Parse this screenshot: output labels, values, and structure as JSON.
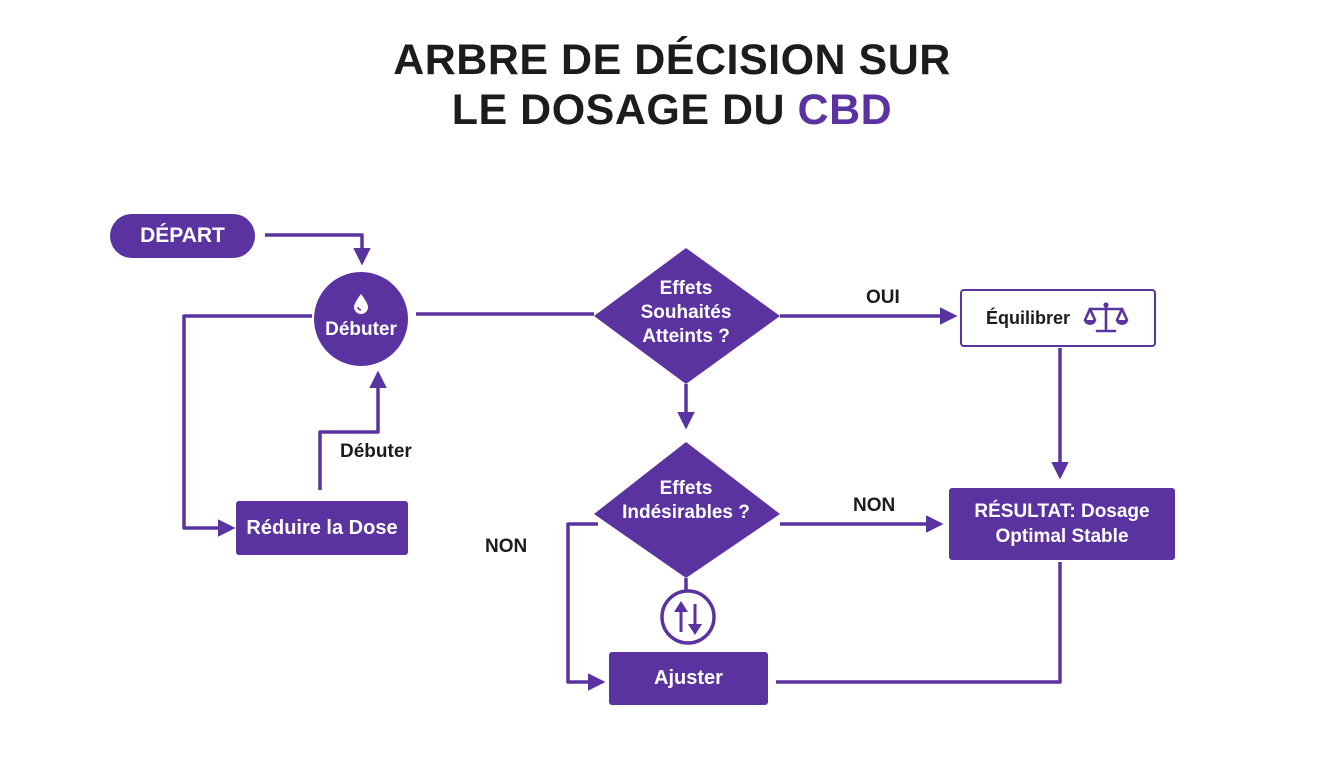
{
  "title": {
    "line1": "ARBRE DE DÉCISION SUR",
    "line2_prefix": "LE DOSAGE DU ",
    "line2_accent": "CBD"
  },
  "nodes": {
    "start": "DÉPART",
    "begin": "Débuter",
    "reduce": "Réduire la Dose",
    "decision1": [
      "Effets",
      "Souhaités",
      "Atteints ?"
    ],
    "decision2": [
      "Effets",
      "Indésirables ?"
    ],
    "balance": "Équilibrer",
    "result": [
      "RÉSULTAT: Dosage",
      "Optimal Stable"
    ],
    "adjust": "Ajuster"
  },
  "edge_labels": {
    "yes": "OUI",
    "no_right": "NON",
    "no_left": "NON",
    "begin_return": "Débuter"
  },
  "icons": {
    "drop": "drop-icon",
    "scale": "scale-icon",
    "swap": "up-down-arrows-icon"
  },
  "colors": {
    "accent": "#5b33a0",
    "text": "#1c1c1c",
    "background": "#ffffff"
  }
}
